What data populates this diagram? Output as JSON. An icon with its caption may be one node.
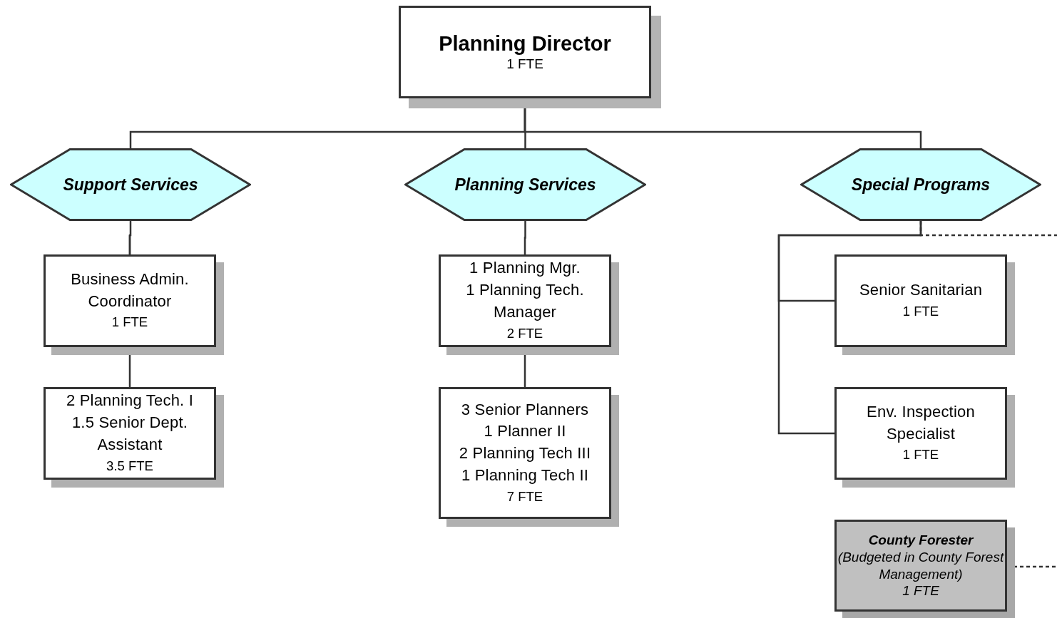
{
  "diagram": {
    "nodes": [
      {
        "text": [
          "Planning Director",
          "1 FTE"
        ]
      },
      {
        "text": [
          "Support Services"
        ]
      },
      {
        "text": [
          "Planning Services"
        ]
      },
      {
        "text": [
          "Special Programs"
        ]
      },
      {
        "text": [
          "Business Admin. Coordinator",
          "1 FTE"
        ]
      },
      {
        "text": [
          "2 Planning Tech. I",
          "1.5 Senior Dept. Assistant",
          "3.5 FTE"
        ]
      },
      {
        "text": [
          "1 Planning Mgr.",
          "1 Planning Tech. Manager",
          "2 FTE"
        ]
      },
      {
        "text": [
          "3 Senior Planners",
          "1 Planner II",
          "2 Planning Tech III",
          "1 Planning Tech II",
          "7 FTE"
        ]
      },
      {
        "text": [
          "Senior Sanitarian",
          "1 FTE"
        ]
      },
      {
        "text": [
          "Env. Inspection Specialist",
          "1 FTE"
        ]
      },
      {
        "text": [
          "County Forester",
          "(Budgeted in County Forest Management)",
          "1 FTE"
        ]
      }
    ],
    "edges": [
      {
        "from": 0,
        "to": 1,
        "arrow": "none"
      },
      {
        "from": 0,
        "to": 2,
        "arrow": "none"
      },
      {
        "from": 0,
        "to": 3,
        "arrow": "none"
      },
      {
        "from": 1,
        "to": 4,
        "arrow": "none"
      },
      {
        "from": 4,
        "to": 5,
        "arrow": "none"
      },
      {
        "from": 2,
        "to": 6,
        "arrow": "none"
      },
      {
        "from": 6,
        "to": 7,
        "arrow": "none"
      },
      {
        "from": 3,
        "to": 8,
        "arrow": "none"
      },
      {
        "from": 3,
        "to": 9,
        "arrow": "none"
      },
      {
        "from": 3,
        "to": null,
        "arrow": "none",
        "style": "dashed"
      },
      {
        "from": 10,
        "to": null,
        "arrow": "none",
        "style": "dashed"
      }
    ]
  }
}
